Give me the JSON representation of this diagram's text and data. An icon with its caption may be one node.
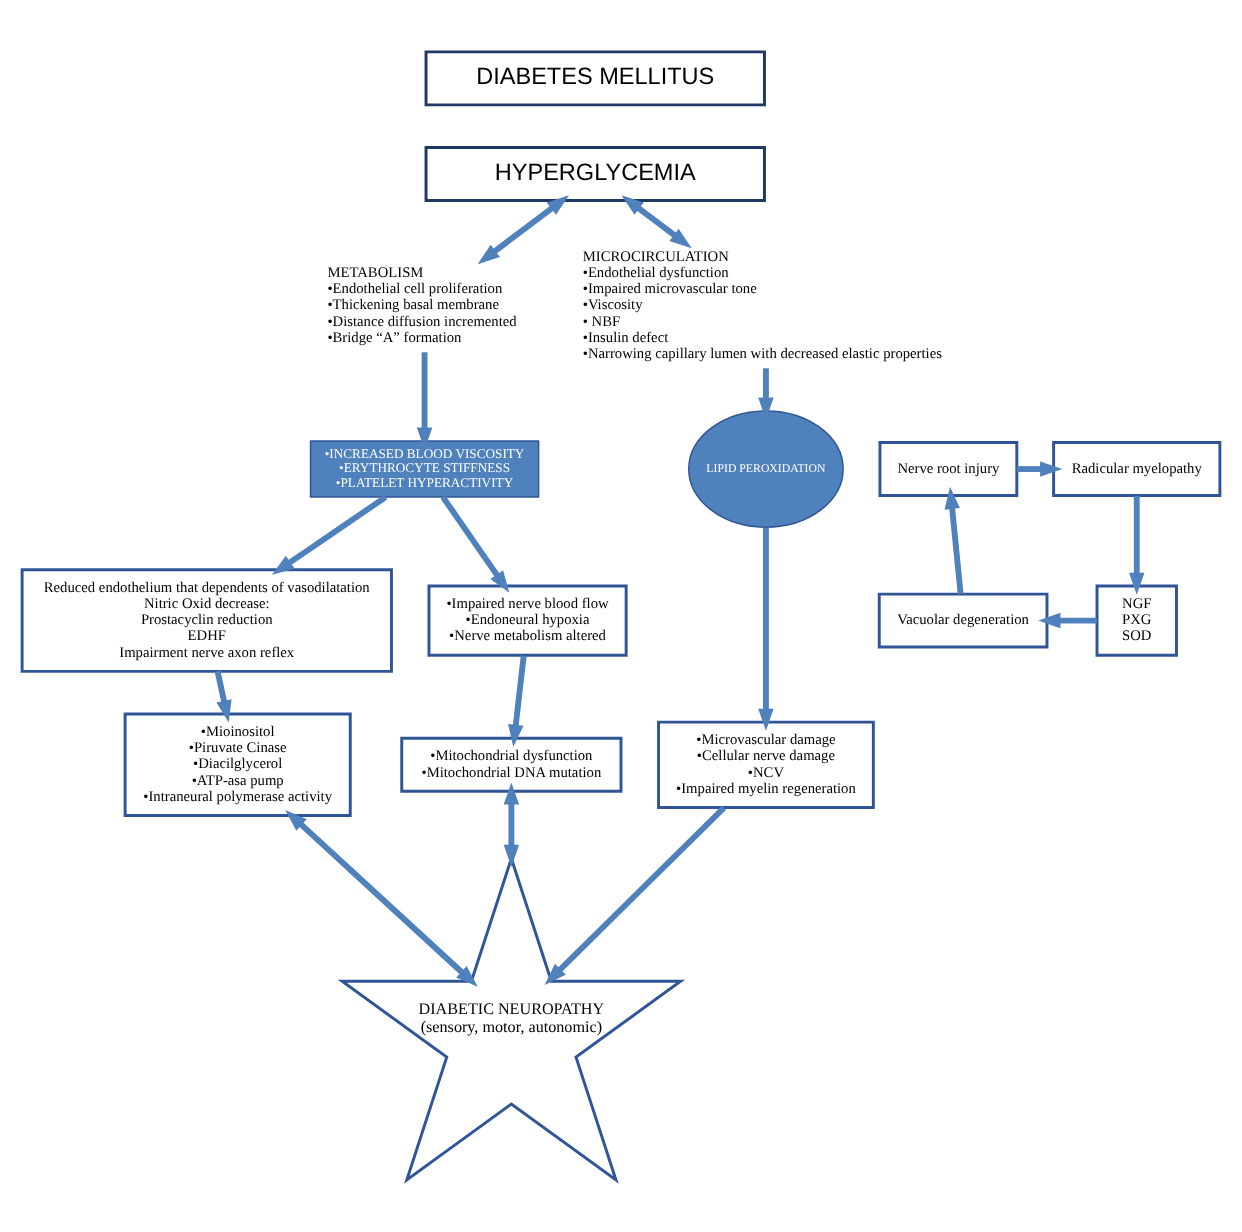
{
  "diagram": {
    "nodes": [
      {
        "text": [
          "DIABETES MELLITUS"
        ]
      },
      {
        "text": [
          "HYPERGLYCEMIA"
        ]
      },
      {
        "text": [
          "METABOLISM",
          "•Endothelial cell proliferation",
          "•Thickening basal membrane",
          "•Distance diffusion incremented",
          "•Bridge “A” formation"
        ]
      },
      {
        "text": [
          "MICROCIRCULATION",
          "•Endothelial dysfunction",
          "•Impaired microvascular tone",
          "•Viscosity",
          "• NBF",
          "•Insulin defect",
          "•Narrowing capillary lumen with decreased elastic properties"
        ]
      },
      {
        "text": [
          "•INCREASED BLOOD VISCOSITY",
          "•ERYTHROCYTE STIFFNESS",
          "•PLATELET HYPERACTIVITY"
        ]
      },
      {
        "text": [
          "Reduced endothelium that dependents of vasodilatation",
          "Nitric Oxid decrease:",
          "Prostacyclin reduction",
          "EDHF",
          "Impairment nerve axon reflex"
        ]
      },
      {
        "text": [
          "•Impaired nerve blood flow",
          "•Endoneural hypoxia",
          "•Nerve metabolism altered"
        ]
      },
      {
        "text": [
          "•Mioinositol",
          "•Piruvate Cinase",
          "•Diacilglycerol",
          "•ATP-asa pump",
          "•Intraneural polymerase activity"
        ]
      },
      {
        "text": [
          "•Mitochondrial dysfunction",
          "•Mitochondrial DNA mutation"
        ]
      },
      {
        "text": [
          "Nerve root injury"
        ]
      },
      {
        "text": [
          "Radicular myelopathy"
        ]
      },
      {
        "text": [
          "LIPID PEROXIDATION"
        ]
      },
      {
        "text": [
          "Vacuolar degeneration"
        ]
      },
      {
        "text": [
          "NGF",
          "PXG",
          "SOD"
        ]
      },
      {
        "text": [
          "•Microvascular damage",
          "•Cellular nerve damage",
          "•NCV",
          "•Impaired myelin regeneration"
        ]
      },
      {
        "text": [
          "DIABETIC NEUROPATHY",
          "(sensory, motor, autonomic)"
        ]
      }
    ],
    "edges": [
      {
        "from": 1,
        "to": 2,
        "arrow": "both"
      },
      {
        "from": 1,
        "to": 3,
        "arrow": "both"
      },
      {
        "from": 2,
        "to": 4,
        "arrow": "to"
      },
      {
        "from": 4,
        "to": 5,
        "arrow": "to"
      },
      {
        "from": 4,
        "to": 6,
        "arrow": "to"
      },
      {
        "from": 5,
        "to": 7,
        "arrow": "to"
      },
      {
        "from": 6,
        "to": 8,
        "arrow": "to"
      },
      {
        "from": 7,
        "to": 15,
        "arrow": "both"
      },
      {
        "from": 8,
        "to": 15,
        "arrow": "both"
      },
      {
        "from": 3,
        "to": 11,
        "arrow": "to"
      },
      {
        "from": 9,
        "to": 10,
        "arrow": "to"
      },
      {
        "from": 10,
        "to": 13,
        "arrow": "to"
      },
      {
        "from": 13,
        "to": 12,
        "arrow": "to"
      },
      {
        "from": 12,
        "to": 9,
        "arrow": "to"
      },
      {
        "from": 11,
        "to": 14,
        "arrow": "to"
      },
      {
        "from": 14,
        "to": 15,
        "arrow": "to"
      }
    ]
  }
}
